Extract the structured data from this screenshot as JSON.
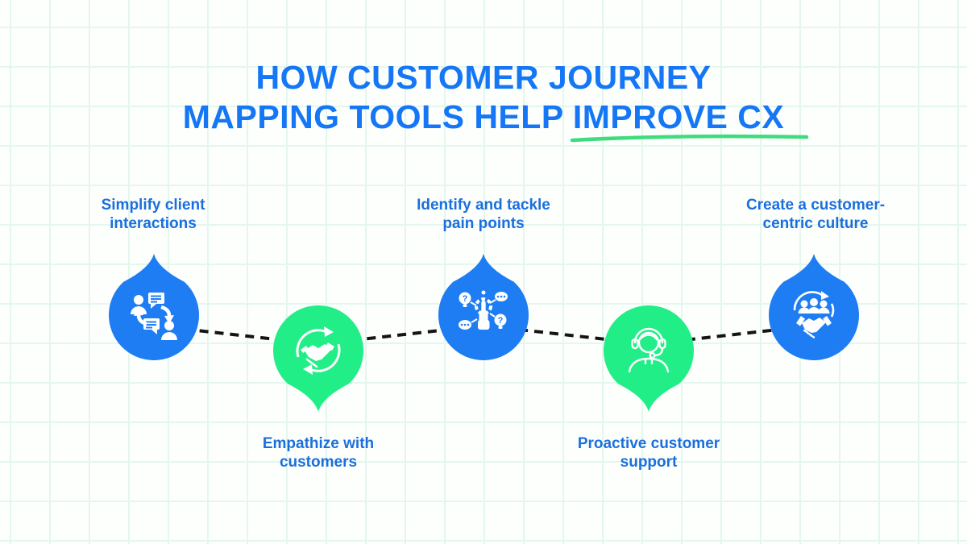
{
  "title": {
    "line1": "HOW CUSTOMER JOURNEY",
    "line2": "MAPPING TOOLS HELP IMPROVE CX",
    "underlined_text": "IMPROVE CX"
  },
  "colors": {
    "title_blue": "#1577f5",
    "label_blue": "#1b6fdd",
    "marker_blue": "#1e7df2",
    "marker_green": "#21ee87",
    "underline_green": "#3edc7d",
    "connector_black": "#141414",
    "grid_line": "#e3f7ee",
    "background": "#fdfffd",
    "icon_white": "#ffffff"
  },
  "icons": {
    "question_mark": "?"
  },
  "connector": {
    "style": "dashed"
  },
  "steps": [
    {
      "id": "simplify-client-interactions",
      "line1": "Simplify client",
      "line2": "interactions",
      "icon": "clients-conversation-icon",
      "marker_shape": "blue-drop-tip-up",
      "label_position": "above"
    },
    {
      "id": "empathize-with-customers",
      "line1": "Empathize with",
      "line2": "customers",
      "icon": "handshake-cycle-icon",
      "marker_shape": "green-pin-tip-down",
      "label_position": "below"
    },
    {
      "id": "identify-and-tackle-pain-points",
      "line1": "Identify and tackle",
      "line2": "pain points",
      "icon": "pain-points-icon",
      "marker_shape": "blue-drop-tip-up",
      "label_position": "above"
    },
    {
      "id": "proactive-customer-support",
      "line1": "Proactive customer",
      "line2": "support",
      "icon": "support-agent-icon",
      "marker_shape": "green-pin-tip-down",
      "label_position": "below"
    },
    {
      "id": "create-customer-centric-culture",
      "line1": "Create a customer-",
      "line2": "centric culture",
      "icon": "team-handshake-icon",
      "marker_shape": "blue-drop-tip-up",
      "label_position": "above"
    }
  ]
}
